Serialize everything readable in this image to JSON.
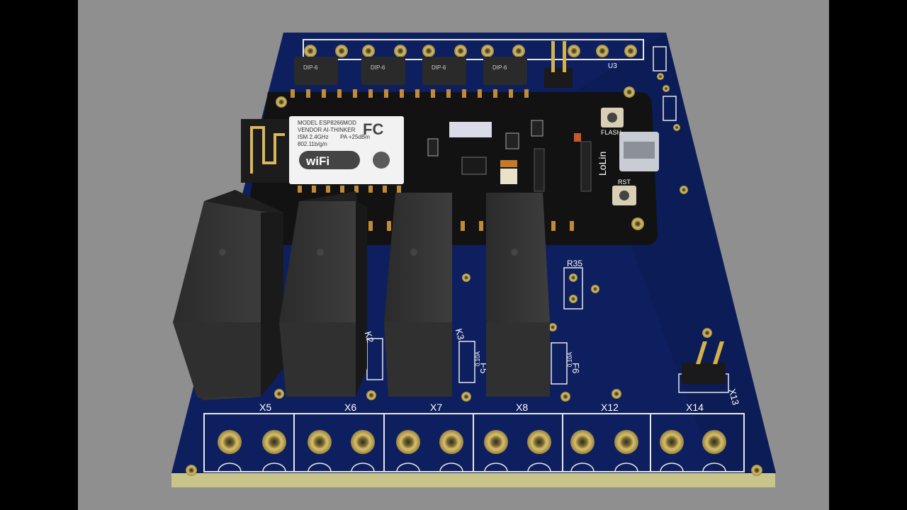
{
  "scene": {
    "background": "#8f8f8f",
    "letterbox": "#000000",
    "pcb_color": "#0d1f5e",
    "pcb_edge": "#c9c58a",
    "copper": "#c8a24a"
  },
  "labels": {
    "connectors": [
      "X5",
      "X6",
      "X7",
      "X8",
      "X12",
      "X14"
    ],
    "x13": "X13",
    "relays": [
      "K2",
      "K3"
    ],
    "fuses": [
      "F5",
      "F6"
    ],
    "fuse_rating": "0.10A",
    "r35": "R35",
    "u3": "U3",
    "flash": "FLASH",
    "rst": "RST",
    "lolin": "LoLin",
    "dip": "DIP-6"
  },
  "wifi_module": {
    "brand": "wiFi",
    "lines": [
      "MODEL  ESP8266MOD",
      "VENDOR  AI-THINKER",
      "ISM 2.4GHz",
      "PA +25dBm",
      "802.11b/g/n"
    ]
  }
}
